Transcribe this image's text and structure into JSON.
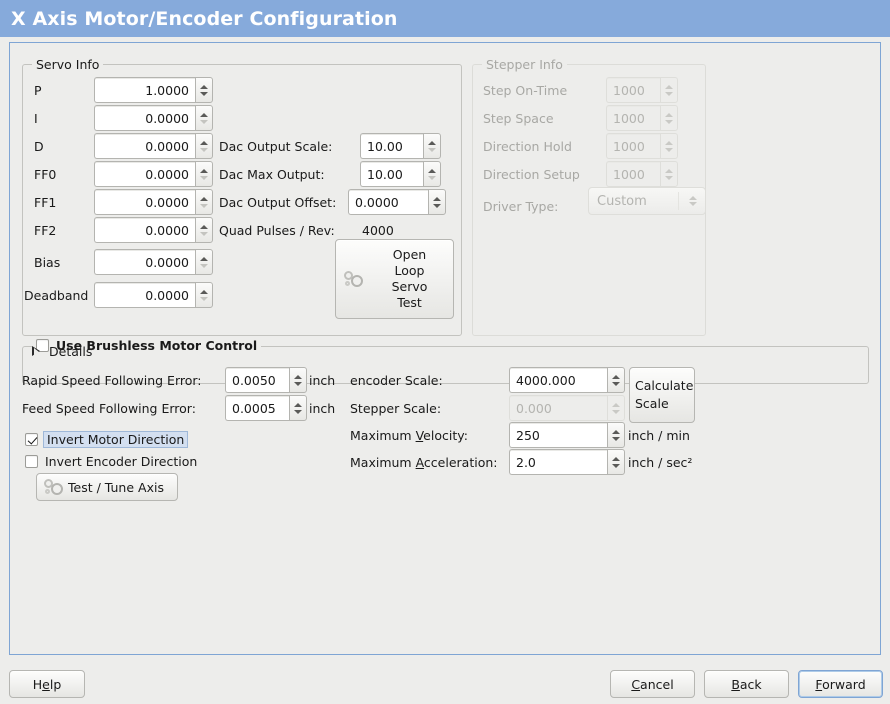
{
  "window": {
    "title": "X Axis Motor/Encoder Configuration",
    "accent": "#86aadb",
    "panel_border": "#7fa5d4",
    "bg": "#ededeb"
  },
  "servo": {
    "legend": "Servo Info",
    "rows": [
      {
        "label": "P",
        "value": "1.0000"
      },
      {
        "label": "I",
        "value": "0.0000"
      },
      {
        "label": "D",
        "value": "0.0000"
      },
      {
        "label": "FF0",
        "value": "0.0000"
      },
      {
        "label": "FF1",
        "value": "0.0000"
      },
      {
        "label": "FF2",
        "value": "0.0000"
      },
      {
        "label": "Bias",
        "value": "0.0000"
      },
      {
        "label": "Deadband",
        "value": "0.0000"
      }
    ],
    "dac": [
      {
        "label": "Dac Output Scale:",
        "value": "10.00"
      },
      {
        "label": "Dac Max Output:",
        "value": "10.00"
      },
      {
        "label": "Dac Output Offset:",
        "value": "0.0000"
      }
    ],
    "quad_label": "Quad Pulses / Rev:",
    "quad_value": "4000",
    "open_loop_button": "Open Loop Servo Test",
    "open_loop_lines": [
      "Open",
      "Loop",
      "Servo",
      "Test"
    ]
  },
  "stepper": {
    "legend": "Stepper Info",
    "enabled": false,
    "rows": [
      {
        "label": "Step On-Time",
        "value": "1000"
      },
      {
        "label": "Step Space",
        "value": "1000"
      },
      {
        "label": "Direction Hold",
        "value": "1000"
      },
      {
        "label": "Direction Setup",
        "value": "1000"
      }
    ],
    "driver_type_label": "Driver Type:",
    "driver_type_value": "Custom"
  },
  "brushless": {
    "legend": "Use Brushless Motor Control",
    "checked": false,
    "details_label": "Details",
    "details_expanded": false
  },
  "tuning": {
    "rapid_label": "Rapid Speed Following Error:",
    "rapid_value": "0.0050",
    "rapid_unit": "inch",
    "feed_label": "Feed Speed Following Error:",
    "feed_value": "0.0005",
    "feed_unit": "inch",
    "invert_motor_label": "Invert Motor Direction",
    "invert_motor_checked": true,
    "invert_encoder_label": "Invert Encoder Direction",
    "invert_encoder_checked": false,
    "test_tune_button": "Test / Tune Axis"
  },
  "scale": {
    "encoder_label": "encoder Scale:",
    "encoder_value": "4000.000",
    "stepper_label": "Stepper Scale:",
    "stepper_value": "0.000",
    "stepper_enabled": false,
    "calculate_button": "Calculate Scale",
    "calculate_lines": [
      "Calculate",
      "Scale"
    ],
    "max_velocity_label": "Maximum Velocity:",
    "max_velocity_value": "250",
    "max_velocity_unit": "inch / min",
    "max_accel_label": "Maximum Acceleration:",
    "max_accel_value": "2.0",
    "max_accel_unit": "inch / sec²"
  },
  "actions": {
    "help": "Help",
    "cancel": "Cancel",
    "back": "Back",
    "forward": "Forward",
    "focused": "Forward"
  }
}
